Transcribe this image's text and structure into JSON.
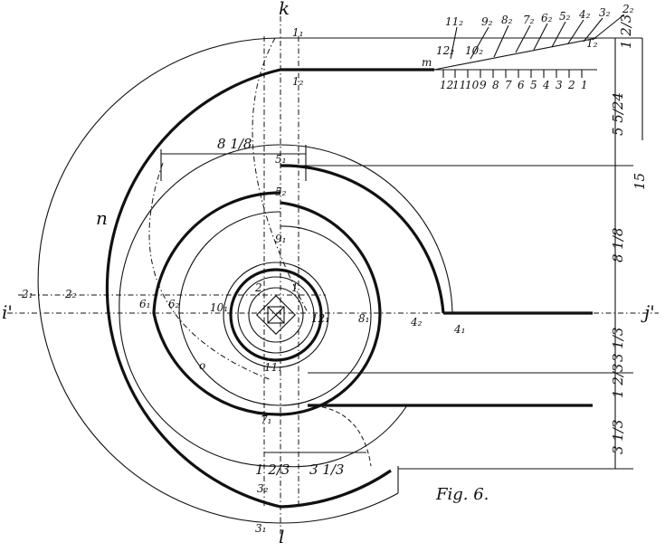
{
  "figure_caption": "Fig. 6.",
  "axis_labels": {
    "k": "k",
    "l": "l",
    "i_prime": "i'",
    "j_prime": "j'",
    "m": "m",
    "n": "n",
    "o": "o"
  },
  "dimensions": {
    "top_8_1_8": "8 1/8",
    "right_1_2_3_top": "1 2/3",
    "right_5_5_24": "5 5/24",
    "right_15": "15",
    "right_8_1_8": "8 1/8",
    "right_3_1_3_upper": "3 1/3",
    "right_1_2_3_mid": "1 2/3",
    "right_3_1_3_lower": "3 1/3",
    "bottom_1_2_3": "1 2/3",
    "bottom_3_1_3": "3 1/3"
  },
  "point_labels": {
    "p1_1": "1₁",
    "p1_2": "1₂",
    "p5_1": "5₁",
    "p5_2": "5₂",
    "p9_1": "9₁",
    "p2_1": "2₁",
    "p2_2": "2₂",
    "p6_1": "6₁",
    "p6_2": "6₂",
    "p10_1": "10₁",
    "p2": "2",
    "p1": "1",
    "p12_1": "12₁",
    "p8_1": "8₁",
    "p4_2": "4₂",
    "p4_1": "4₁",
    "p11_1": "11₁",
    "p7_1": "7₁",
    "p3_2": "3₂",
    "p3_1": "3₁"
  },
  "scale_top_labels": [
    "11₂",
    "9₂",
    "8₂",
    "7₂",
    "6₂",
    "5₂",
    "4₂",
    "3₂",
    "2₂",
    "12₂",
    "10₂",
    "1₂"
  ],
  "scale_bottom_labels": [
    "12",
    "11",
    "10",
    "9",
    "8",
    "7",
    "6",
    "5",
    "4",
    "3",
    "2",
    "1"
  ]
}
